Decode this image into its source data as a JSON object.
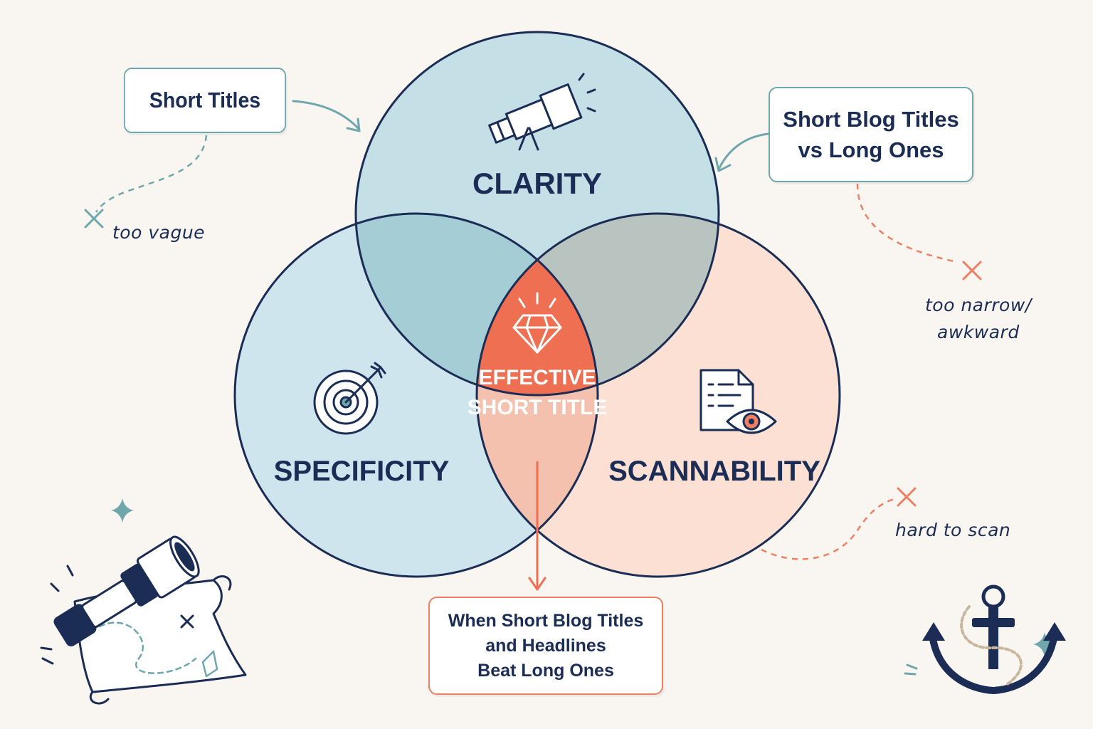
{
  "colors": {
    "background": "#f9f6f1",
    "navy": "#1b2d55",
    "teal": "#6fa7ad",
    "clarity_circle": "#c4e0e6",
    "specificity_circle": "#cfe5ee",
    "scannability_circle": "#fbe0d3",
    "center": "#ef6f52",
    "accent_red": "#ef7f63"
  },
  "circles": {
    "clarity": {
      "label": "CLARITY",
      "icon": "telescope-icon"
    },
    "specificity": {
      "label": "SPECIFICITY",
      "icon": "target-icon"
    },
    "scannability": {
      "label": "SCANNABILITY",
      "icon": "document-eye-icon"
    },
    "center": {
      "line1": "EFFECTIVE",
      "line2": "SHORT TITLE",
      "icon": "diamond-icon"
    }
  },
  "callouts": {
    "short_titles": "Short Titles",
    "comparison": {
      "line1": "Short Blog Titles",
      "line2": "vs Long Ones"
    },
    "result": {
      "line1": "When Short Blog Titles",
      "line2": "and Headlines",
      "line3": "Beat Long Ones"
    }
  },
  "notes": {
    "vague": "too vague",
    "narrow": {
      "line1": "too narrow/",
      "line2": "awkward"
    },
    "hard_to_scan": "hard to scan"
  },
  "decorations": [
    "spyglass-map-icon",
    "anchor-icon",
    "sparkle-icon"
  ]
}
